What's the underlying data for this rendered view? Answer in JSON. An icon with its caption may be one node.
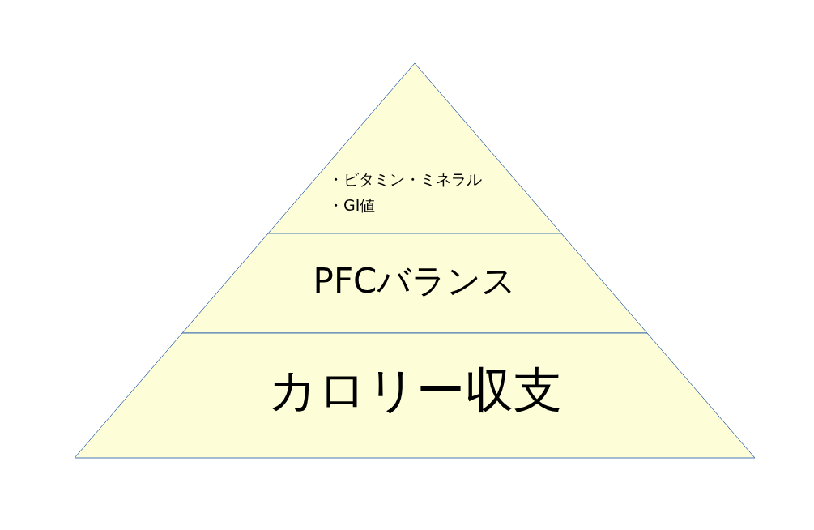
{
  "diagram": {
    "nodes": [
      {
        "text": [
          "・ビタミン・ミネラル",
          "・GI値"
        ]
      },
      {
        "text": [
          "PFCバランス"
        ]
      },
      {
        "text": [
          "カロリー収支"
        ]
      }
    ]
  }
}
